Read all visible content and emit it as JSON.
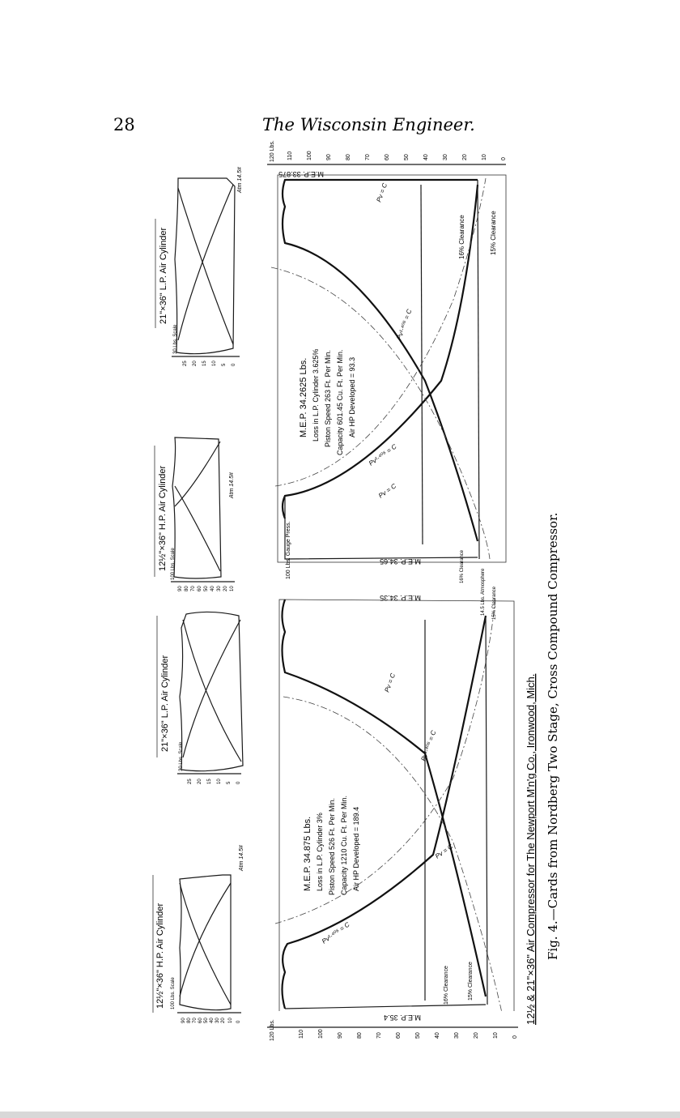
{
  "header": {
    "page_number": "28",
    "journal_title": "The Wisconsin Engineer."
  },
  "small_cards": [
    {
      "title": "12½\"×36\" H.P. Air Cylinder",
      "scale_unit": "100 Lbs. Scale",
      "ticks": [
        "90",
        "80",
        "70",
        "60",
        "50",
        "40",
        "30",
        "20",
        "10",
        "0"
      ],
      "atm": "Atm 14.5#"
    },
    {
      "title": "21\"×36\" L.P. Air Cylinder",
      "scale_unit": "30 Lbs. Scale",
      "ticks": [
        "25",
        "20",
        "15",
        "10",
        "5",
        "0"
      ],
      "atm": ""
    },
    {
      "title": "12½\"×36\" H.P. Air Cylinder",
      "scale_unit": "100 Lbs. Scale",
      "ticks": [
        "90",
        "80",
        "70",
        "60",
        "50",
        "40",
        "30",
        "20",
        "10"
      ],
      "atm": "Atm 14.5#"
    },
    {
      "title": "21\"×36\" L.P. Air Cylinder",
      "scale_unit": "30 Lbs. Scale",
      "ticks": [
        "25",
        "20",
        "15",
        "10",
        "5",
        "0"
      ],
      "atm": "Atm 14.5#"
    }
  ],
  "top_chart": {
    "scale_unit": "120 Lbs.",
    "ticks": [
      "110",
      "100",
      "90",
      "80",
      "70",
      "60",
      "50",
      "40",
      "30",
      "20",
      "10",
      "0"
    ],
    "mep_hp": "M.E.P. 33.875",
    "mep_lp": "M.E.P. 34.65",
    "notes": [
      "M.E.P. 34.2625 Lbs.",
      "Loss in L.P. Cylinder 3.625%",
      "Piston Speed 263 Ft. Per Min.",
      "Capacity 601.45 Cu. Ft. Per Min.",
      "Air HP Developed = 93.3"
    ],
    "clearance_a": "16% Clearance",
    "clearance_b": "15% Clearance",
    "clearance_c": "16% Clearance",
    "gauge_label": "100 Lbs. Gauge Press.",
    "curve_labels": [
      "Pv = C",
      "Pv¹·⁴⁰⁶ = C",
      "Pv = C",
      "Pv¹·⁴⁰⁶ = C"
    ]
  },
  "bottom_chart": {
    "scale_unit": "120 Lbs.",
    "ticks": [
      "110",
      "100",
      "90",
      "80",
      "70",
      "60",
      "50",
      "40",
      "30",
      "20",
      "10",
      "0"
    ],
    "mep_hp": "M.E.P. 35.4",
    "mep_lp": "M.E.P. 34.35",
    "notes": [
      "M.E.P. 34.875 Lbs.",
      "Loss in L.P. Cylinder 3%",
      "Piston Speed 526 Ft. Per Min.",
      "Capacity 1210 Cu. Ft. Per Min.",
      "Air HP Developed = 189.4"
    ],
    "clearance_a": "16% Clearance",
    "clearance_b": "15% Clearance",
    "atm_label": "14.5 Lbs. Atmosphere",
    "clearance_c": "15% Clearance",
    "curve_labels": [
      "Pv = C",
      "Pv¹·⁴⁰⁶ = C",
      "Pv = C",
      "Pv¹·⁴⁰⁶ = C"
    ]
  },
  "figure_title": "12½ & 21\"×36\" Air Compressor for The Newport M'n'g Co., Ironwood, Mich.",
  "caption": "Fig. 4.—Cards from Nordberg Two Stage, Cross Compound Compressor."
}
